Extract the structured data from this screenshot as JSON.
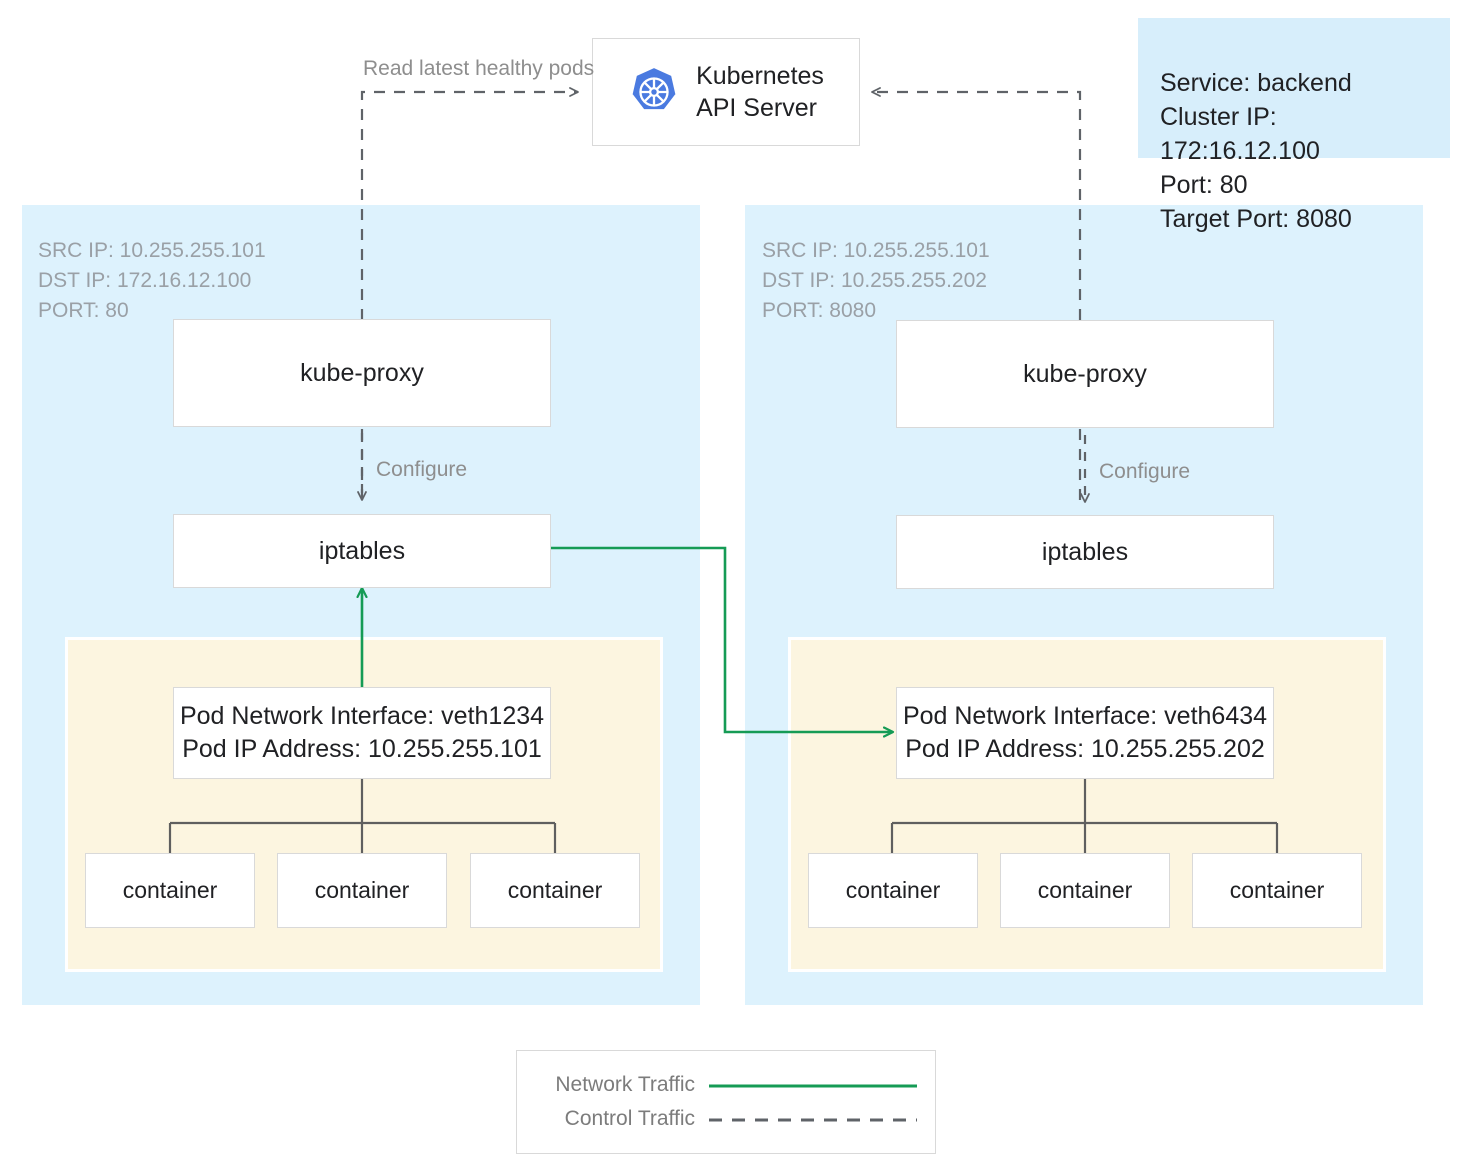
{
  "diagram": {
    "title": "Kubernetes kube-proxy iptables service routing"
  },
  "api_server": {
    "label": "Kubernetes\nAPI Server",
    "icon": "kubernetes-logo-icon",
    "logo_color": "#4a7ae0"
  },
  "service_info": {
    "text": "Service: backend\nCluster IP: 172:16.12.100\nPort: 80\nTarget Port: 8080",
    "background": "#d7eefb"
  },
  "edge_labels": {
    "read_pods": "Read latest healthy pods",
    "configure_left": "Configure",
    "configure_right": "Configure"
  },
  "nodes": [
    {
      "id": "left",
      "packet_info": "SRC IP: 10.255.255.101\nDST IP: 172.16.12.100\nPORT: 80",
      "kube_proxy_label": "kube-proxy",
      "iptables_label": "iptables",
      "pod": {
        "interface_label": "Pod Network Interface: veth1234\nPod IP Address: 10.255.255.101",
        "containers": [
          "container",
          "container",
          "container"
        ]
      }
    },
    {
      "id": "right",
      "packet_info": "SRC IP: 10.255.255.101\nDST IP: 10.255.255.202\nPORT: 8080",
      "kube_proxy_label": "kube-proxy",
      "iptables_label": "iptables",
      "pod": {
        "interface_label": "Pod Network Interface: veth6434\nPod IP Address: 10.255.255.202",
        "containers": [
          "container",
          "container",
          "container"
        ]
      }
    }
  ],
  "legend": {
    "items": [
      {
        "label": "Network Traffic",
        "style": "solid",
        "color": "#159b55"
      },
      {
        "label": "Control Traffic",
        "style": "dashed",
        "color": "#5f6368"
      }
    ]
  },
  "colors": {
    "node_panel": "#ddf2fd",
    "pod_region": "#fcf5e0",
    "network_traffic": "#159b55",
    "control_traffic": "#5f6368",
    "box_border": "#d9d9d9",
    "text": "#202124",
    "muted_text": "#9aa0a6"
  }
}
